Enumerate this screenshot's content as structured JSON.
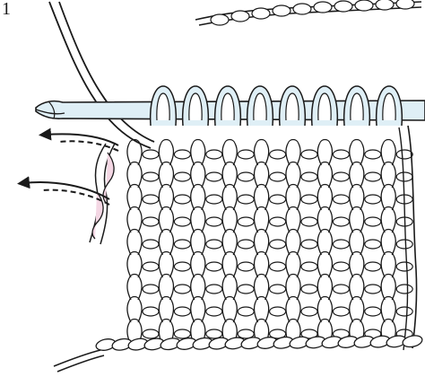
{
  "figure": {
    "label": "1",
    "ink_color": "#1a1a1a",
    "fill_color": "#ffffff",
    "pale_blue": "#dfeff6",
    "pink": "#f4d7e4",
    "row_arrows": 2,
    "loops_on_hook": 8
  }
}
